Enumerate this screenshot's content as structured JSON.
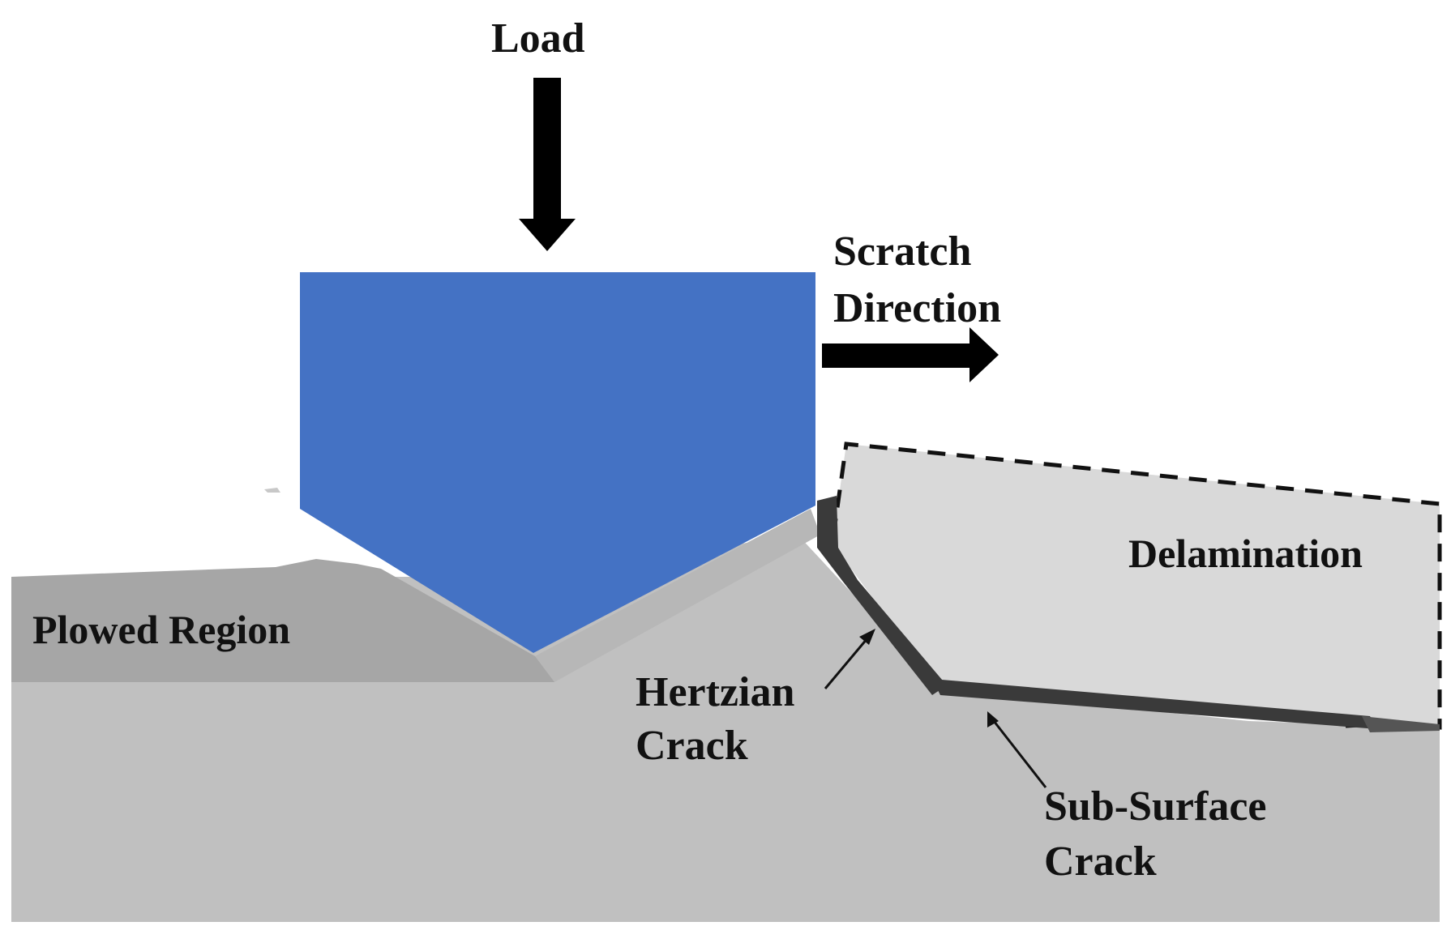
{
  "colors": {
    "substrate": "#c0c0c0",
    "plowed_region": "#a6a6a6",
    "indenter": "#4472c4",
    "delamination": "#d9d9d9",
    "crack": "#3a3a3a",
    "arrow": "#000000",
    "text": "#111111"
  },
  "labels": {
    "load": "Load",
    "scratch_line1": "Scratch",
    "scratch_line2": "Direction",
    "plowed_region": "Plowed Region",
    "delamination": "Delamination",
    "hertzian_line1": "Hertzian",
    "hertzian_line2": "Crack",
    "subsurface_line1": "Sub-Surface",
    "subsurface_line2": "Crack"
  }
}
